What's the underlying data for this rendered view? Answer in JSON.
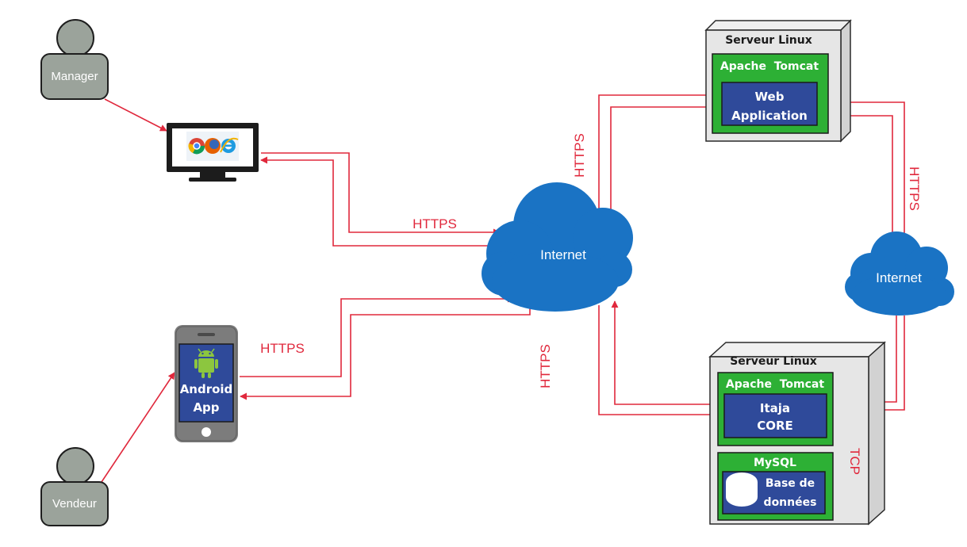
{
  "actors": {
    "manager": "Manager",
    "vendeur": "Vendeur"
  },
  "phone": {
    "line1": "Android",
    "line2": "App"
  },
  "clouds": {
    "main": "Internet",
    "secondary": "Internet"
  },
  "server_top": {
    "title": "Serveur Linux",
    "container": "Apache  Tomcat",
    "app_line1": "Web",
    "app_line2": "Application"
  },
  "server_bottom": {
    "title": "Serveur Linux",
    "container": "Apache  Tomcat",
    "app_line1": "Itaja",
    "app_line2": "CORE",
    "db_container": "MySQL",
    "db_line1": "Base de",
    "db_line2": "données"
  },
  "protocols": {
    "monitor_to_cloud": "HTTPS",
    "phone_to_cloud": "HTTPS",
    "cloud_to_web": "HTTPS",
    "cloud_to_core": "HTTPS",
    "web_to_cloud2": "HTTPS",
    "core_to_db": "TCP"
  },
  "colors": {
    "arrow": "#e0283c",
    "cloud": "#1a73c4",
    "tomcat": "#2db035",
    "app_box": "#2f4a9a",
    "actor": "#9ba39b",
    "server_frame": "#e4e4e4"
  }
}
